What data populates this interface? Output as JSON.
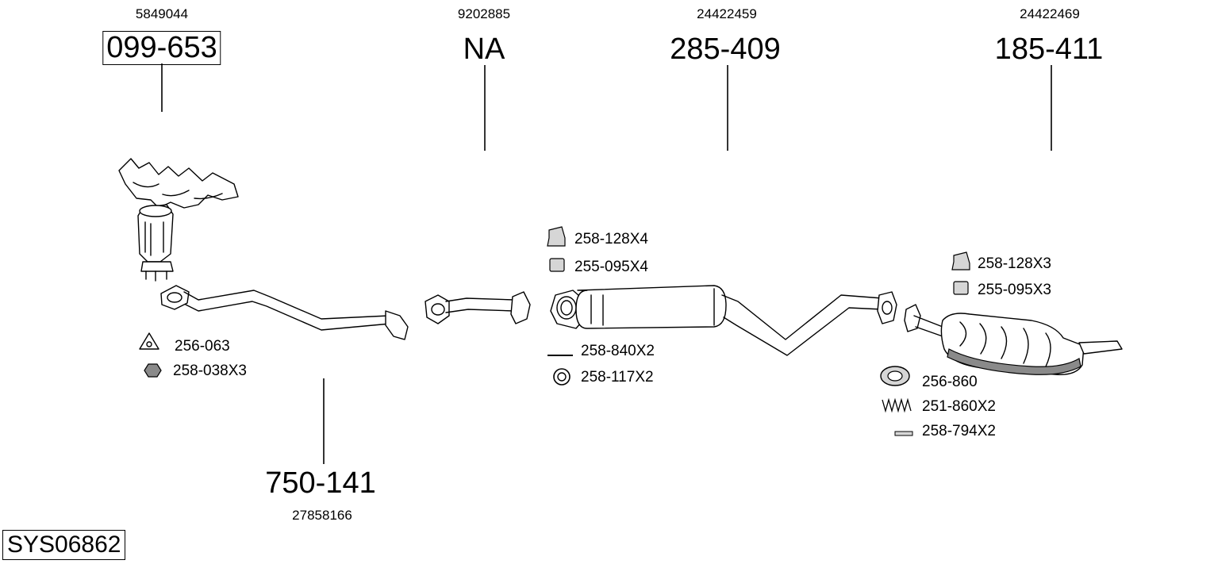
{
  "diagram_id": "SYS06862",
  "components": [
    {
      "part_number": "099-653",
      "oe_number": "5849044",
      "boxed": true
    },
    {
      "part_number": "NA",
      "oe_number": "9202885"
    },
    {
      "part_number": "285-409",
      "oe_number": "24422459"
    },
    {
      "part_number": "185-411",
      "oe_number": "24422469"
    },
    {
      "part_number": "750-141",
      "oe_number": "27858166"
    }
  ],
  "accessories": {
    "front": [
      {
        "code": "256-063",
        "icon": "gasket-icon"
      },
      {
        "code": "258-038X3",
        "icon": "nut-icon"
      }
    ],
    "middle_top": [
      {
        "code": "258-128X4",
        "icon": "rubber-hanger-icon"
      },
      {
        "code": "255-095X4",
        "icon": "rubber-mount-icon"
      }
    ],
    "middle_bottom": [
      {
        "code": "258-840X2",
        "icon": "bolt-icon"
      },
      {
        "code": "258-117X2",
        "icon": "ring-gasket-icon"
      }
    ],
    "rear_top": [
      {
        "code": "258-128X3",
        "icon": "rubber-hanger-icon"
      },
      {
        "code": "255-095X3",
        "icon": "rubber-mount-icon"
      }
    ],
    "rear_bottom": [
      {
        "code": "256-860",
        "icon": "cone-gasket-icon"
      },
      {
        "code": "251-860X2",
        "icon": "spring-icon"
      },
      {
        "code": "258-794X2",
        "icon": "bolt-icon"
      }
    ]
  }
}
